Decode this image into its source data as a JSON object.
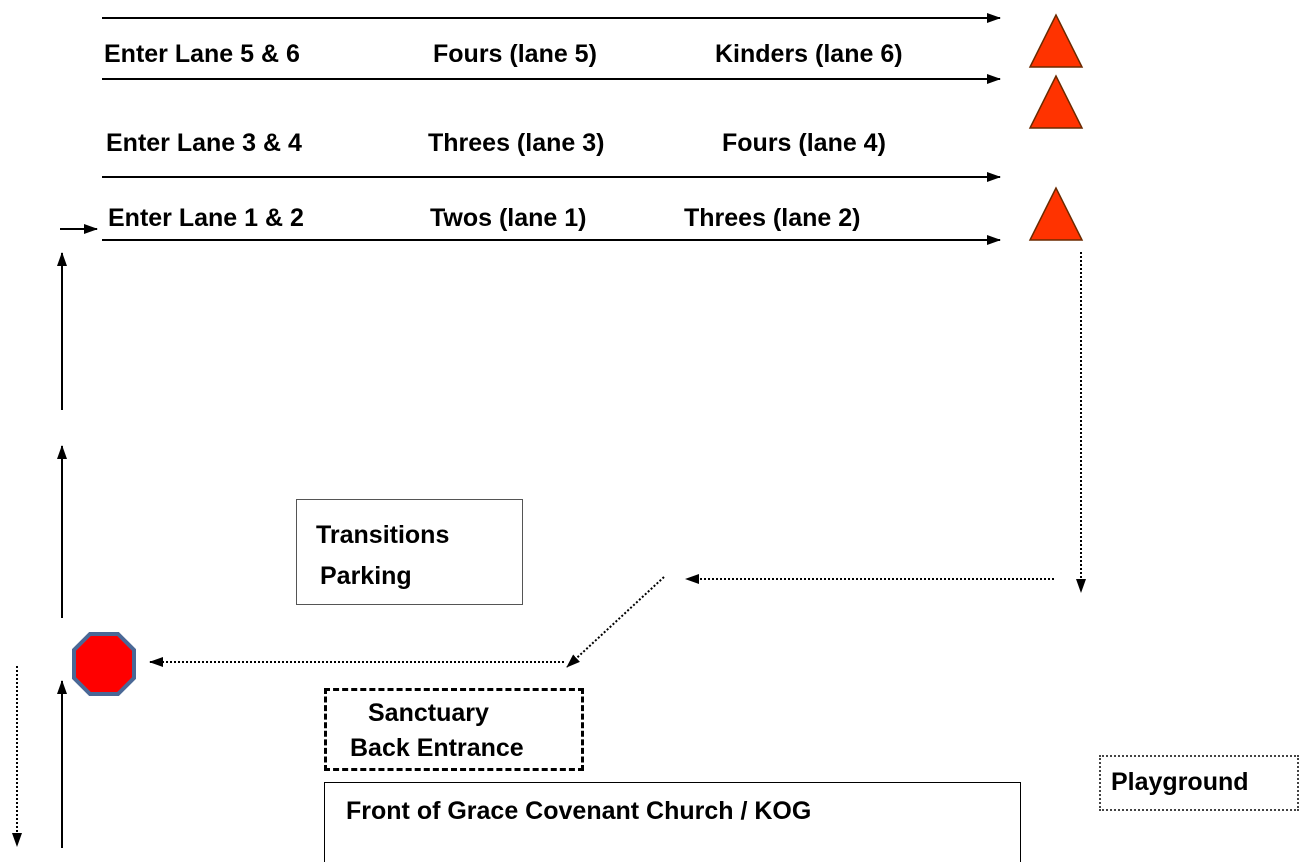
{
  "lanes": [
    {
      "enter": "Enter Lane 5 & 6",
      "first": "Fours (lane 5)",
      "second": "Kinders (lane 6)"
    },
    {
      "enter": "Enter Lane 3 & 4",
      "first": "Threes (lane 3)",
      "second": "Fours (lane 4)"
    },
    {
      "enter": "Enter Lane 1 & 2",
      "first": "Twos (lane 1)",
      "second": "Threes (lane 2)"
    }
  ],
  "places": {
    "transitions_line1": "Transitions",
    "transitions_line2": "Parking",
    "sanctuary_line1": "Sanctuary",
    "sanctuary_line2": "Back Entrance",
    "front": "Front of Grace Covenant Church / KOG",
    "playground": "Playground"
  },
  "icons": {
    "cone": "traffic-cone-icon",
    "stop": "stop-sign-icon"
  },
  "colors": {
    "cone_fill": "#ff3300",
    "stop_fill": "#ff0000",
    "stop_border": "#4a6896",
    "line": "#000000"
  }
}
